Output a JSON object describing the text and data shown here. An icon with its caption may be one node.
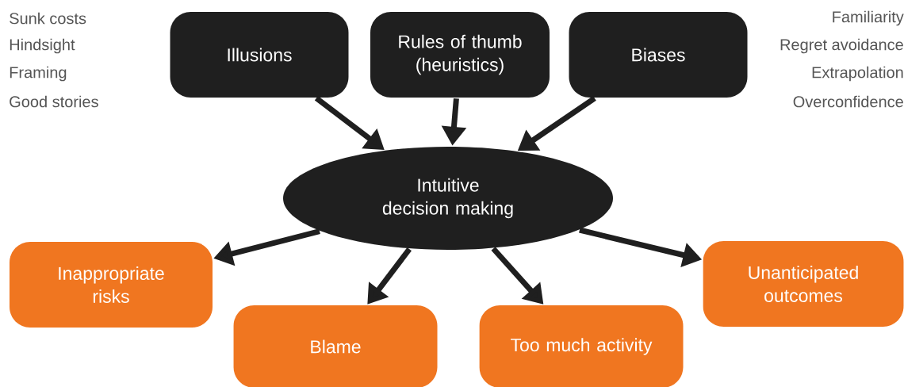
{
  "diagram": {
    "nodes": [
      {
        "text": [
          "Illusions"
        ]
      },
      {
        "text": [
          "Rules of thumb (heuristics)"
        ]
      },
      {
        "text": [
          "Biases"
        ]
      },
      {
        "text": [
          "Intuitive decision making"
        ]
      },
      {
        "text": [
          "Inappropriate risks"
        ]
      },
      {
        "text": [
          "Blame"
        ]
      },
      {
        "text": [
          "Too much activity"
        ]
      },
      {
        "text": [
          "Unanticipated outcomes"
        ]
      }
    ],
    "edges": [
      {
        "from": 0,
        "to": 3,
        "arrow": "to"
      },
      {
        "from": 1,
        "to": 3,
        "arrow": "to"
      },
      {
        "from": 2,
        "to": 3,
        "arrow": "to"
      },
      {
        "from": 3,
        "to": 4,
        "arrow": "to"
      },
      {
        "from": 3,
        "to": 5,
        "arrow": "to"
      },
      {
        "from": 3,
        "to": 6,
        "arrow": "to"
      },
      {
        "from": 3,
        "to": 7,
        "arrow": "to"
      }
    ],
    "labels": [
      "Sunk costs",
      "Familiarity",
      "Hindsight",
      "Regret avoidance",
      "Framing",
      "Extrapolation",
      "Good stories",
      "Overconfidence"
    ]
  }
}
